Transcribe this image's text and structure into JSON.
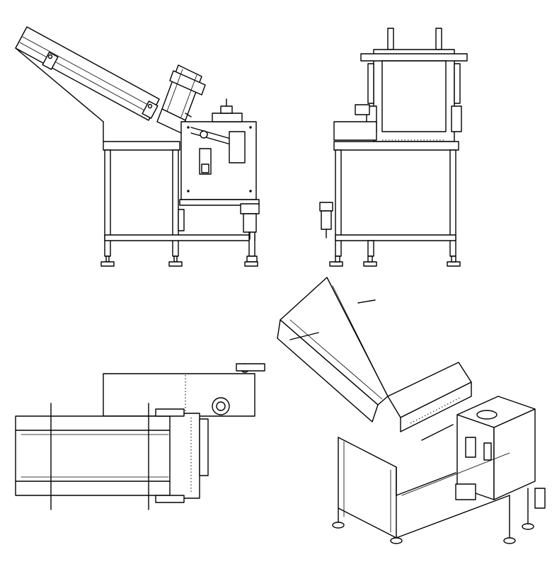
{
  "drawing": {
    "views": [
      "side-view",
      "front-view",
      "top-view",
      "isometric-view"
    ],
    "line_color": "#000000",
    "background_color": "#ffffff"
  }
}
